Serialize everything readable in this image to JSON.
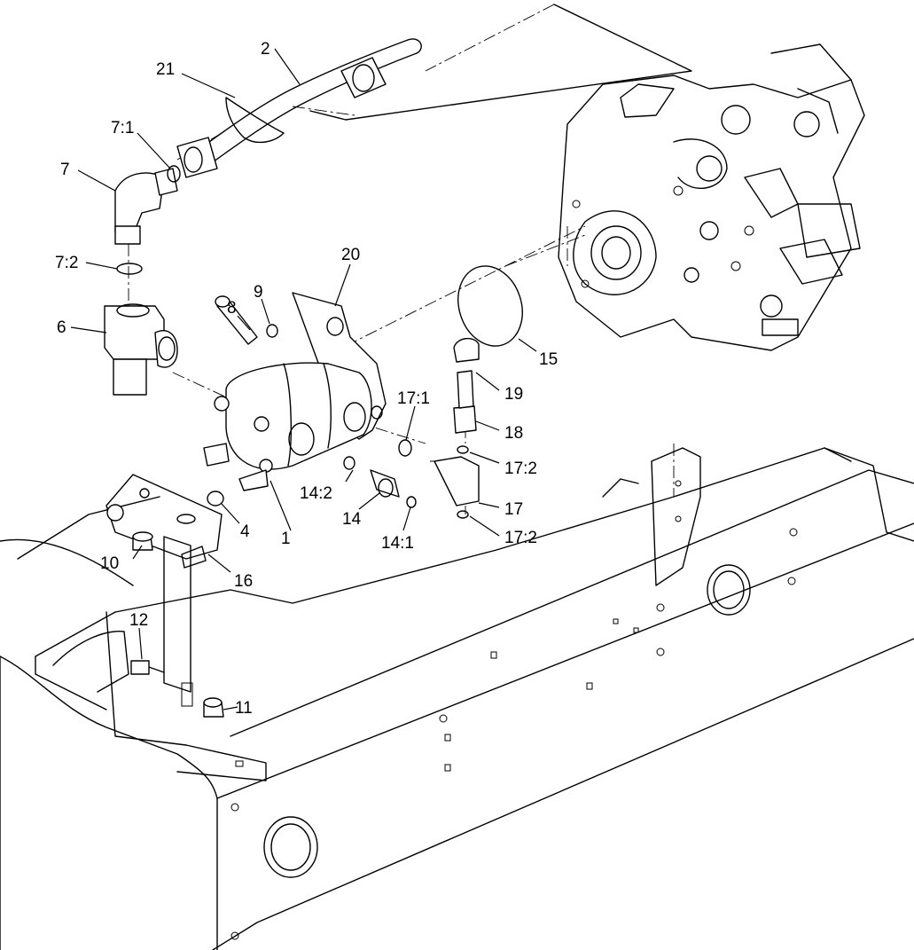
{
  "callouts": [
    {
      "id": "c1",
      "label": "1"
    },
    {
      "id": "c2",
      "label": "2"
    },
    {
      "id": "c4",
      "label": "4"
    },
    {
      "id": "c6",
      "label": "6"
    },
    {
      "id": "c7",
      "label": "7"
    },
    {
      "id": "c7_1",
      "label": "7:1"
    },
    {
      "id": "c7_2",
      "label": "7:2"
    },
    {
      "id": "c8",
      "label": "8"
    },
    {
      "id": "c9",
      "label": "9"
    },
    {
      "id": "c10",
      "label": "10"
    },
    {
      "id": "c11",
      "label": "11"
    },
    {
      "id": "c12",
      "label": "12"
    },
    {
      "id": "c14",
      "label": "14"
    },
    {
      "id": "c14_1",
      "label": "14:1"
    },
    {
      "id": "c14_2",
      "label": "14:2"
    },
    {
      "id": "c15",
      "label": "15"
    },
    {
      "id": "c16",
      "label": "16"
    },
    {
      "id": "c17",
      "label": "17"
    },
    {
      "id": "c17_1",
      "label": "17:1"
    },
    {
      "id": "c17_2a",
      "label": "17:2"
    },
    {
      "id": "c17_2b",
      "label": "17:2"
    },
    {
      "id": "c18",
      "label": "18"
    },
    {
      "id": "c19",
      "label": "19"
    },
    {
      "id": "c20",
      "label": "20"
    },
    {
      "id": "c21",
      "label": "21"
    }
  ]
}
